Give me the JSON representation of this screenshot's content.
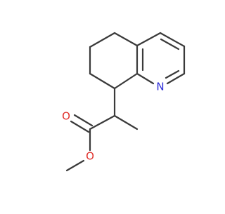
{
  "molecule": {
    "colors": {
      "bond": "#3a3a3a",
      "nitrogen": "#2d2dd9",
      "oxygen": "#e0302b",
      "background": "#ffffff"
    },
    "atom_labels": {
      "ring_nitrogen": "N",
      "carbonyl_oxygen": "O",
      "ester_oxygen": "O"
    }
  }
}
